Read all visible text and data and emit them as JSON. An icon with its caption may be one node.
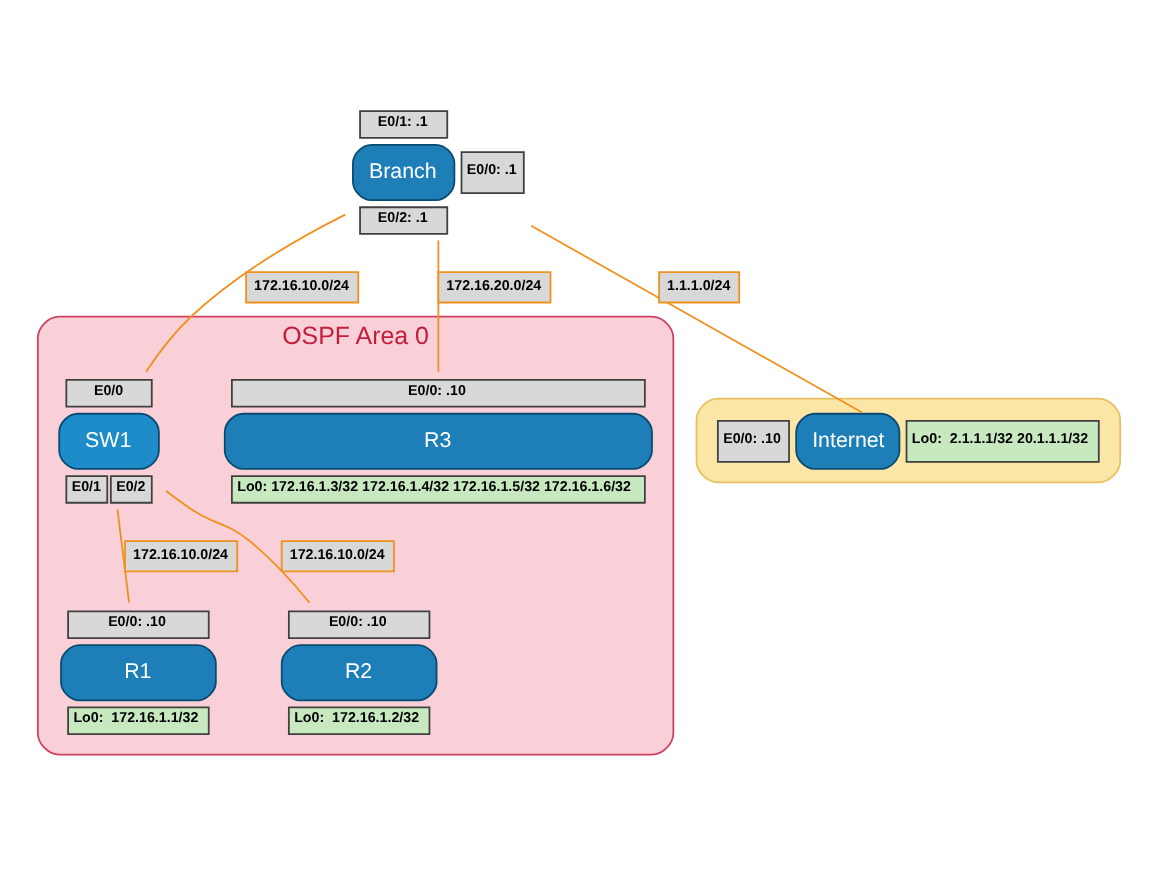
{
  "diagram": {
    "nodes": [
      {
        "text": [
          "OSPF Area 0"
        ]
      },
      {
        "text": [
          "E0/1: .1",
          "Branch",
          "E0/0: .1",
          "E0/2: .1"
        ]
      },
      {
        "text": [],
        "shape": "cloud"
      },
      {
        "text": [
          "E0/0: .10",
          "Internet",
          "Lo0:  2.1.1.1/32 20.1.1.1/32"
        ],
        "in": 2
      },
      {
        "text": [
          "E0/0",
          "SW1",
          "E0/1",
          "E0/2"
        ],
        "in": 0
      },
      {
        "text": [
          "E0/0: .10",
          "R1",
          "Lo0:  172.16.1.1/32"
        ],
        "in": 0
      },
      {
        "text": [
          "E0/0: .10",
          "R2",
          "Lo0:  172.16.1.2/32"
        ],
        "in": 0
      },
      {
        "text": [
          "E0/0: .10",
          "R3",
          "Lo0: 172.16.1.3/32 172.16.1.4/32 172.16.1.5/32 172.16.1.6/32"
        ],
        "in": 0
      }
    ],
    "edges": [
      {
        "from": 1,
        "to": 3,
        "arrow": "none",
        "label": "1.1.1.0/24"
      },
      {
        "from": 1,
        "to": 4,
        "arrow": "none",
        "label": "172.16.10.0/24"
      },
      {
        "from": 1,
        "to": 7,
        "arrow": "none",
        "label": "172.16.20.0/24"
      },
      {
        "from": 4,
        "to": 5,
        "arrow": "none",
        "label": "172.16.10.0/24"
      },
      {
        "from": 4,
        "to": 6,
        "arrow": "none",
        "label": "172.16.10.0/24"
      }
    ]
  }
}
